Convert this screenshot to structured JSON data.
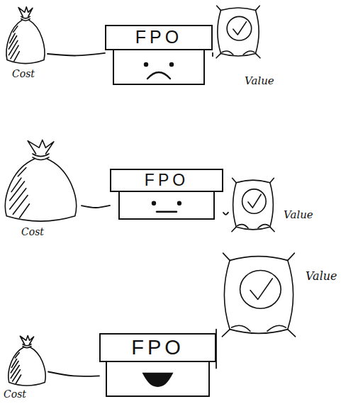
{
  "diagram": {
    "nodes": [
      {
        "text": [
          "Cost"
        ]
      },
      {
        "text": [
          "FPO"
        ]
      },
      {
        "text": [
          "Value"
        ]
      },
      {
        "text": [
          "Cost"
        ]
      },
      {
        "text": [
          "FPO"
        ]
      },
      {
        "text": [
          "Value"
        ]
      },
      {
        "text": [
          "Value"
        ]
      },
      {
        "text": [
          "Cost"
        ]
      },
      {
        "text": [
          "FPO"
        ]
      }
    ],
    "edges": [
      {
        "from": 1,
        "to": 0,
        "arrow": "none"
      },
      {
        "from": 1,
        "to": 2,
        "arrow": "none"
      },
      {
        "from": 4,
        "to": 3,
        "arrow": "none"
      },
      {
        "from": 4,
        "to": 5,
        "arrow": "none"
      },
      {
        "from": 8,
        "to": 7,
        "arrow": "none"
      },
      {
        "from": 8,
        "to": 6,
        "arrow": "none"
      }
    ]
  }
}
